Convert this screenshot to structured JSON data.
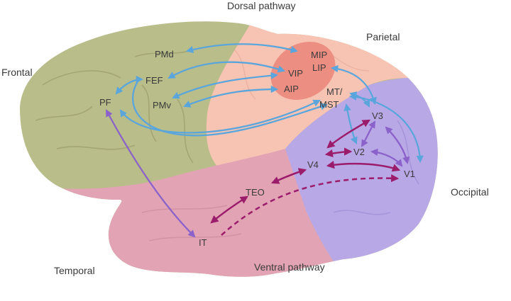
{
  "regions": {
    "dorsal": "Dorsal pathway",
    "parietal": "Parietal",
    "frontal": "Frontal",
    "occipital": "Occipital",
    "temporal": "Temporal",
    "ventral": "Ventral pathway"
  },
  "areas": {
    "pmd": "PMd",
    "fef": "FEF",
    "pf": "PF",
    "pmv": "PMv",
    "mip": "MIP",
    "lip": "LIP",
    "vip": "VIP",
    "aip": "AIP",
    "mt": "MT/",
    "mst": "MST",
    "v3": "V3",
    "v2": "V2",
    "v4": "V4",
    "v1": "V1",
    "teo": "TEO",
    "it": "IT"
  },
  "colors": {
    "frontal": "#b9bd8a",
    "parietal": "#f7c4b4",
    "occipital": "#b9a8e6",
    "temporal": "#e2a4b4",
    "parietal_highlight": "#ec8f82",
    "dorsal_arrow": "#5aa6dc",
    "ventral_arrow": "#9c1c6c",
    "cross_arrow": "#8b62c9"
  }
}
